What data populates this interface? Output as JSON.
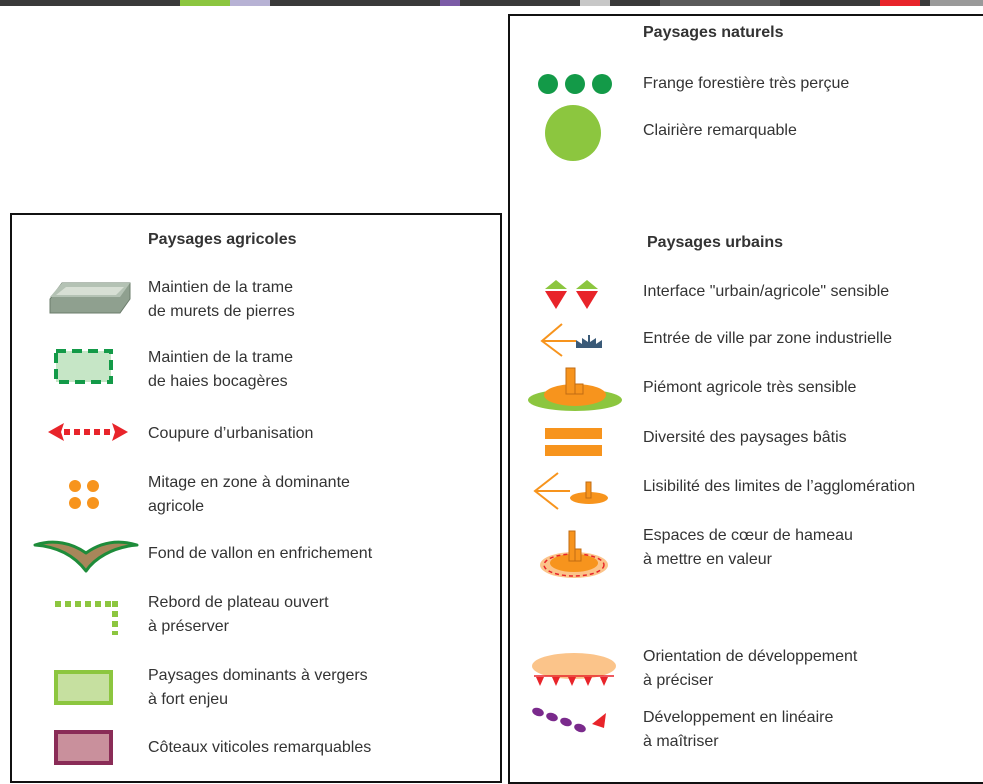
{
  "legend_natural": {
    "title": "Paysages naturels",
    "items": [
      {
        "label": "Frange forestière très perçue",
        "symbol": "three-green-dots"
      },
      {
        "label": "Clairière remarquable",
        "symbol": "large-green-disc"
      }
    ]
  },
  "legend_urban": {
    "title": "Paysages urbains",
    "items": [
      {
        "label": "Interface \"urbain/agricole\" sensible",
        "symbol": "paired-diamonds"
      },
      {
        "label": "Entrée de ville par zone industrielle",
        "symbol": "arrow-to-factory"
      },
      {
        "label": "Piémont agricole très sensible",
        "symbol": "hill-with-building"
      },
      {
        "label": "Diversité des paysages bâtis",
        "symbol": "double-orange-bar"
      },
      {
        "label": "Lisibilité des limites de l’agglomération",
        "symbol": "arrow-to-town"
      },
      {
        "lines": [
          "Espaces de cœur de hameau",
          "à mettre en valeur"
        ],
        "symbol": "hamlet-core"
      },
      {
        "lines": [
          "Orientation de développement",
          "à préciser"
        ],
        "symbol": "development-orientation"
      },
      {
        "lines": [
          "Développement en linéaire",
          "à maîtriser"
        ],
        "symbol": "linear-development"
      }
    ]
  },
  "legend_agricultural": {
    "title": "Paysages agricoles",
    "items": [
      {
        "lines": [
          "Maintien de la trame",
          "de murets de pierres"
        ],
        "symbol": "stone-wall-block"
      },
      {
        "lines": [
          "Maintien de la trame",
          "de haies bocagères"
        ],
        "symbol": "dashed-hedge-box"
      },
      {
        "label": "Coupure d’urbanisation",
        "symbol": "double-red-arrow"
      },
      {
        "lines": [
          "Mitage en zone à dominante",
          "agricole"
        ],
        "symbol": "four-orange-dots"
      },
      {
        "label": "Fond de vallon en enfrichement",
        "symbol": "valley-shape"
      },
      {
        "lines": [
          "Rebord de plateau ouvert",
          "à préserver"
        ],
        "symbol": "dotted-plateau-edge"
      },
      {
        "lines": [
          "Paysages dominants à vergers",
          "à fort enjeu"
        ],
        "symbol": "orchard-box"
      },
      {
        "label": "Côteaux viticoles remarquables",
        "symbol": "vineyard-box"
      }
    ]
  },
  "colors": {
    "forest_green": "#139a48",
    "light_green": "#8cc63f",
    "accent_red": "#e8242a",
    "orange": "#f7941d",
    "light_orange": "#fbc48a",
    "grey_green": "#8fa08f",
    "vineyard": "#c9909c",
    "vineyard_border": "#8a2c57",
    "linear_purple": "#7a2a8c"
  }
}
